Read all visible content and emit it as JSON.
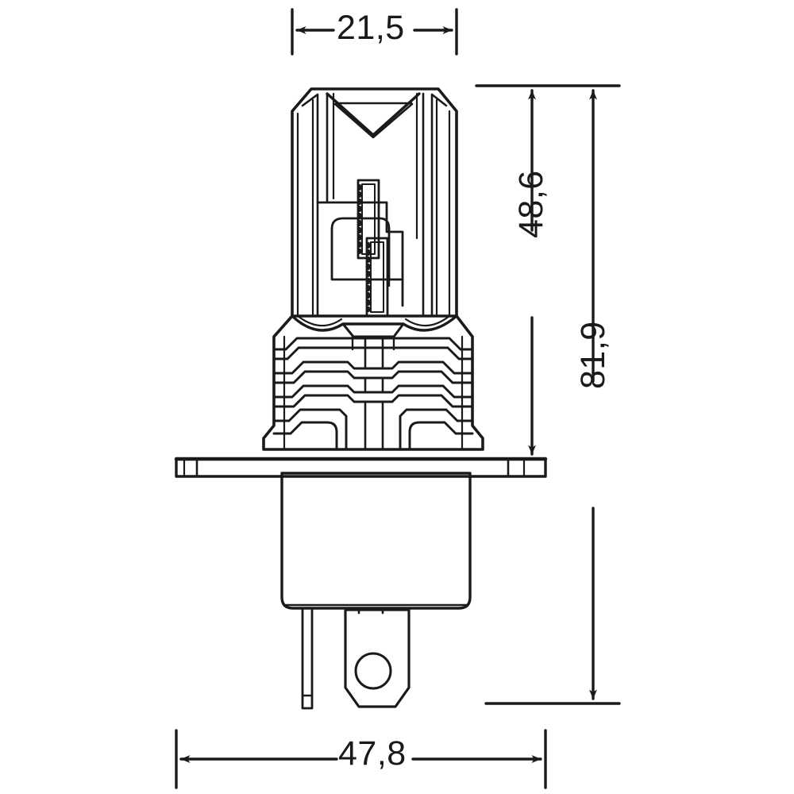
{
  "document": {
    "type": "technical-drawing",
    "subject": "LED automotive headlight bulb (H4 base) dimensioned outline drawing",
    "view": "front elevation",
    "units": "mm",
    "decimal_separator": "comma",
    "background_color": "#ffffff",
    "line_color": "#1a1a1a"
  },
  "dimensions": {
    "width_top": {
      "value": "21,5",
      "orientation": "horizontal",
      "description": "width of the LED head housing",
      "arrow_style": "outward-pointing"
    },
    "height_mid": {
      "value": "48,6",
      "orientation": "vertical",
      "description": "height from the mounting flange to the top of the LED head",
      "arrow_style": "inward-pointing"
    },
    "height_total": {
      "value": "81,9",
      "orientation": "vertical",
      "description": "overall height from terminal blade bottom to top of LED head",
      "arrow_style": "inward-pointing"
    },
    "width_bottom": {
      "value": "47,8",
      "orientation": "horizontal",
      "description": "overall width across the mounting flange",
      "arrow_style": "outward-pointing"
    }
  },
  "parts": {
    "head": "led-head-housing",
    "notch": "v-notch-top",
    "chips": "led-chip-emitters",
    "heatsink": "heat-sink-fins",
    "flange": "mounting-flange",
    "socket": "socket-body",
    "terminal": "terminal-blade",
    "pin": "contact-pin",
    "hole": "terminal-hole"
  }
}
